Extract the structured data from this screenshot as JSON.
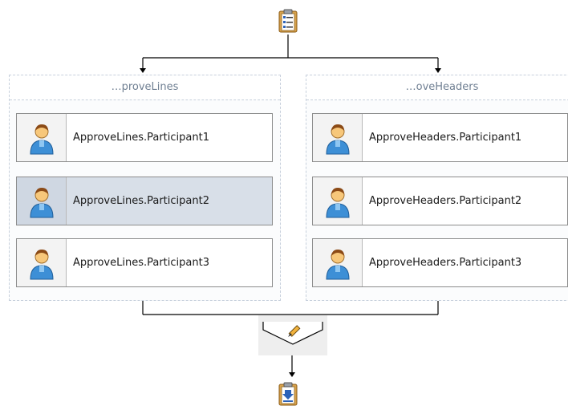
{
  "diagram": {
    "left_group": {
      "title": "…proveLines",
      "participants": [
        {
          "label": "ApproveLines.Participant1"
        },
        {
          "label": "ApproveLines.Participant2"
        },
        {
          "label": "ApproveLines.Participant3"
        }
      ]
    },
    "right_group": {
      "title": "…oveHeaders",
      "participants": [
        {
          "label": "ApproveHeaders.Participant1"
        },
        {
          "label": "ApproveHeaders.Participant2"
        },
        {
          "label": "ApproveHeaders.Participant3"
        }
      ]
    },
    "selected_participant": "ApproveLines.Participant2",
    "icons": {
      "start": "task-list-icon",
      "participant": "user-icon",
      "merge": "pencil-edit-icon",
      "end": "download-task-icon"
    }
  }
}
